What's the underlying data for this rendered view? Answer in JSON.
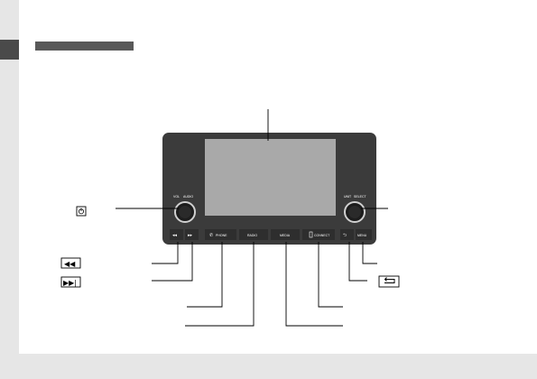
{
  "unit": {
    "vol_label": "VOL",
    "audio_label": "AUDIO",
    "knob_labels": [
      "UNIT",
      "SELECT"
    ],
    "buttons": [
      "PHONE",
      "RADIO",
      "MEDIA",
      "CONNECT",
      "MENU"
    ]
  },
  "colors": {
    "bezel": "#3b3b3b",
    "screen": "#a9a9a9",
    "leader": "#000000",
    "page": "#ffffff",
    "margin": "#e6e6e6"
  },
  "icons": [
    "power-icon",
    "skip-back-icon",
    "skip-forward-icon",
    "back-arrow-icon",
    "phone-icon",
    "seek-down-icon",
    "seek-up-icon",
    "display-icon"
  ]
}
